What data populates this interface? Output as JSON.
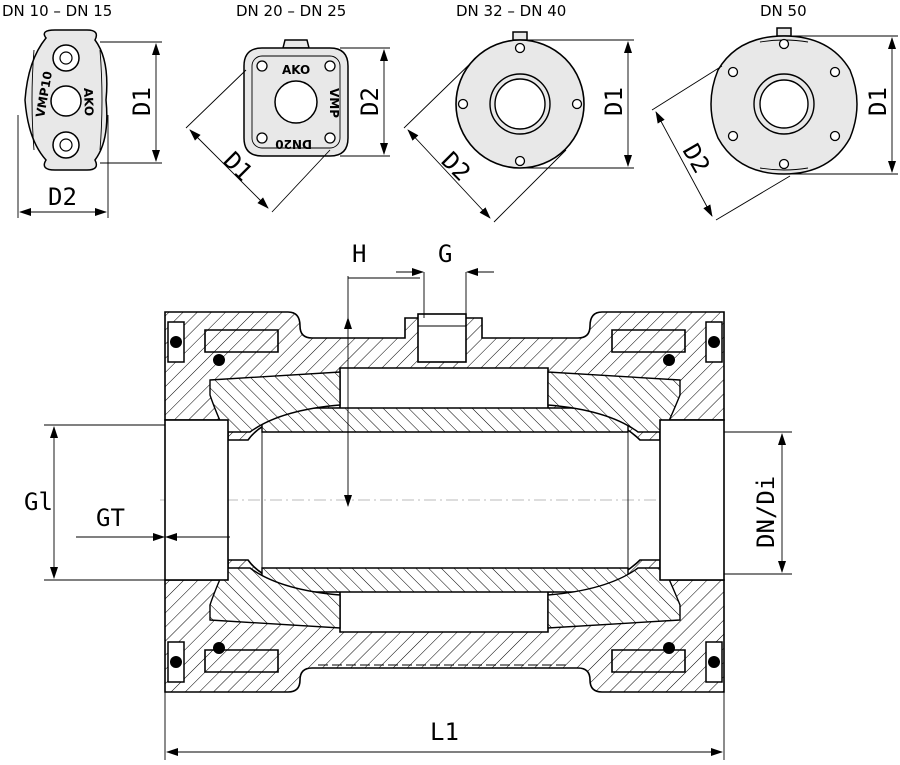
{
  "views": [
    {
      "caption": "DN 10 – DN 15",
      "dims": [
        "D1",
        "D2"
      ],
      "markings": [
        "VMP10",
        "AKO"
      ]
    },
    {
      "caption": "DN 20 – DN 25",
      "dims": [
        "D2",
        "D1"
      ],
      "markings": [
        "AKO",
        "VMP",
        "DN20"
      ]
    },
    {
      "caption": "DN 32 – DN 40",
      "dims": [
        "D1",
        "D2"
      ],
      "markings": []
    },
    {
      "caption": "DN 50",
      "dims": [
        "D1",
        "D2"
      ],
      "markings": []
    }
  ],
  "section": {
    "dims": {
      "H": "H",
      "G": "G",
      "Gl": "Gl",
      "GT": "GT",
      "DN": "DN/Di",
      "L1": "L1"
    }
  },
  "colors": {
    "line": "#000000",
    "fill": "#e8e8e8",
    "centerline": "#bbbbbb"
  }
}
